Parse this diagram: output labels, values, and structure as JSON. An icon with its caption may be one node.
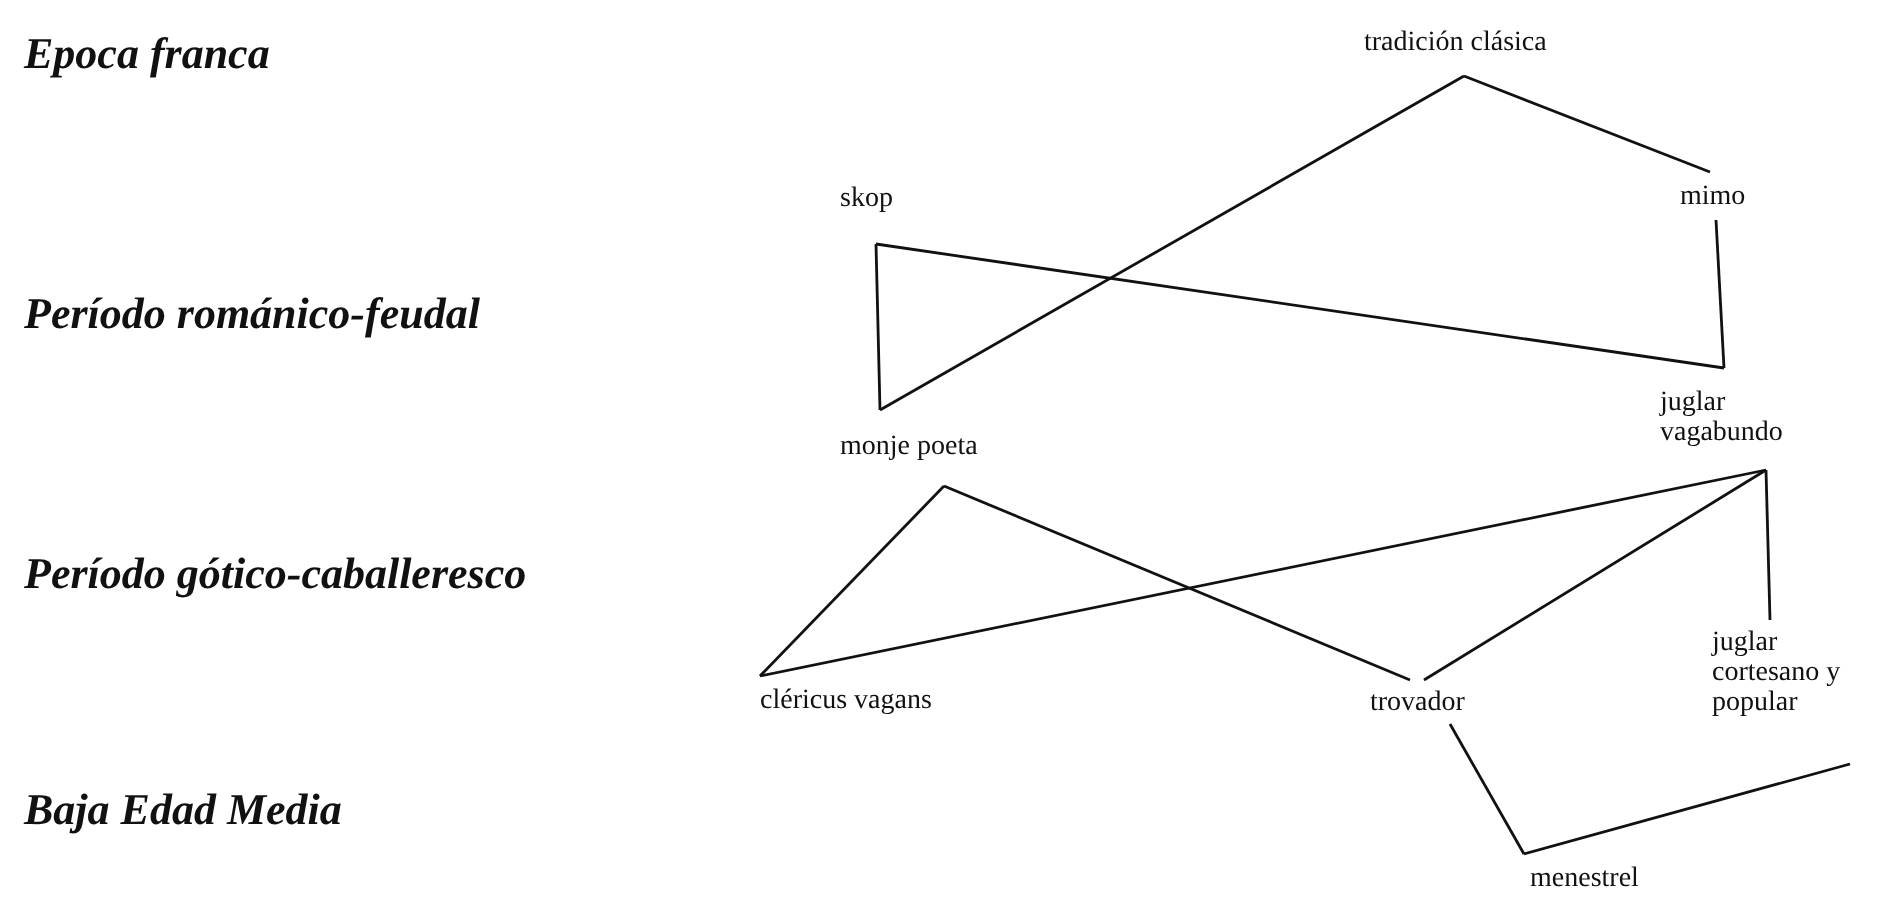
{
  "diagram": {
    "nodes": [
      {
        "text": [
          "tradición clásica"
        ]
      },
      {
        "text": [
          "skop"
        ]
      },
      {
        "text": [
          "mimo"
        ]
      },
      {
        "text": [
          "juglar vagabundo"
        ]
      },
      {
        "text": [
          "monje poeta"
        ]
      },
      {
        "text": [
          "cléricus vagans"
        ]
      },
      {
        "text": [
          "trovador"
        ]
      },
      {
        "text": [
          "juglar cortesano y popular"
        ]
      },
      {
        "text": [
          "menestrel"
        ]
      }
    ],
    "edges": [
      {
        "from": 0,
        "to": 4,
        "arrow": "none"
      },
      {
        "from": 0,
        "to": 2,
        "arrow": "none"
      },
      {
        "from": 1,
        "to": 4,
        "arrow": "none"
      },
      {
        "from": 1,
        "to": 3,
        "arrow": "none"
      },
      {
        "from": 2,
        "to": 3,
        "arrow": "none"
      },
      {
        "from": 4,
        "to": 5,
        "arrow": "none"
      },
      {
        "from": 4,
        "to": 6,
        "arrow": "none"
      },
      {
        "from": 3,
        "to": 5,
        "arrow": "none"
      },
      {
        "from": 3,
        "to": 6,
        "arrow": "none"
      },
      {
        "from": 3,
        "to": 7,
        "arrow": "none"
      },
      {
        "from": 6,
        "to": 8,
        "arrow": "none"
      },
      {
        "from": 8,
        "to": 7,
        "arrow": "none"
      }
    ],
    "labels": [
      "Epoca franca",
      "Período románico-feudal",
      "Período gótico-caballeresco",
      "Baja Edad Media"
    ]
  }
}
